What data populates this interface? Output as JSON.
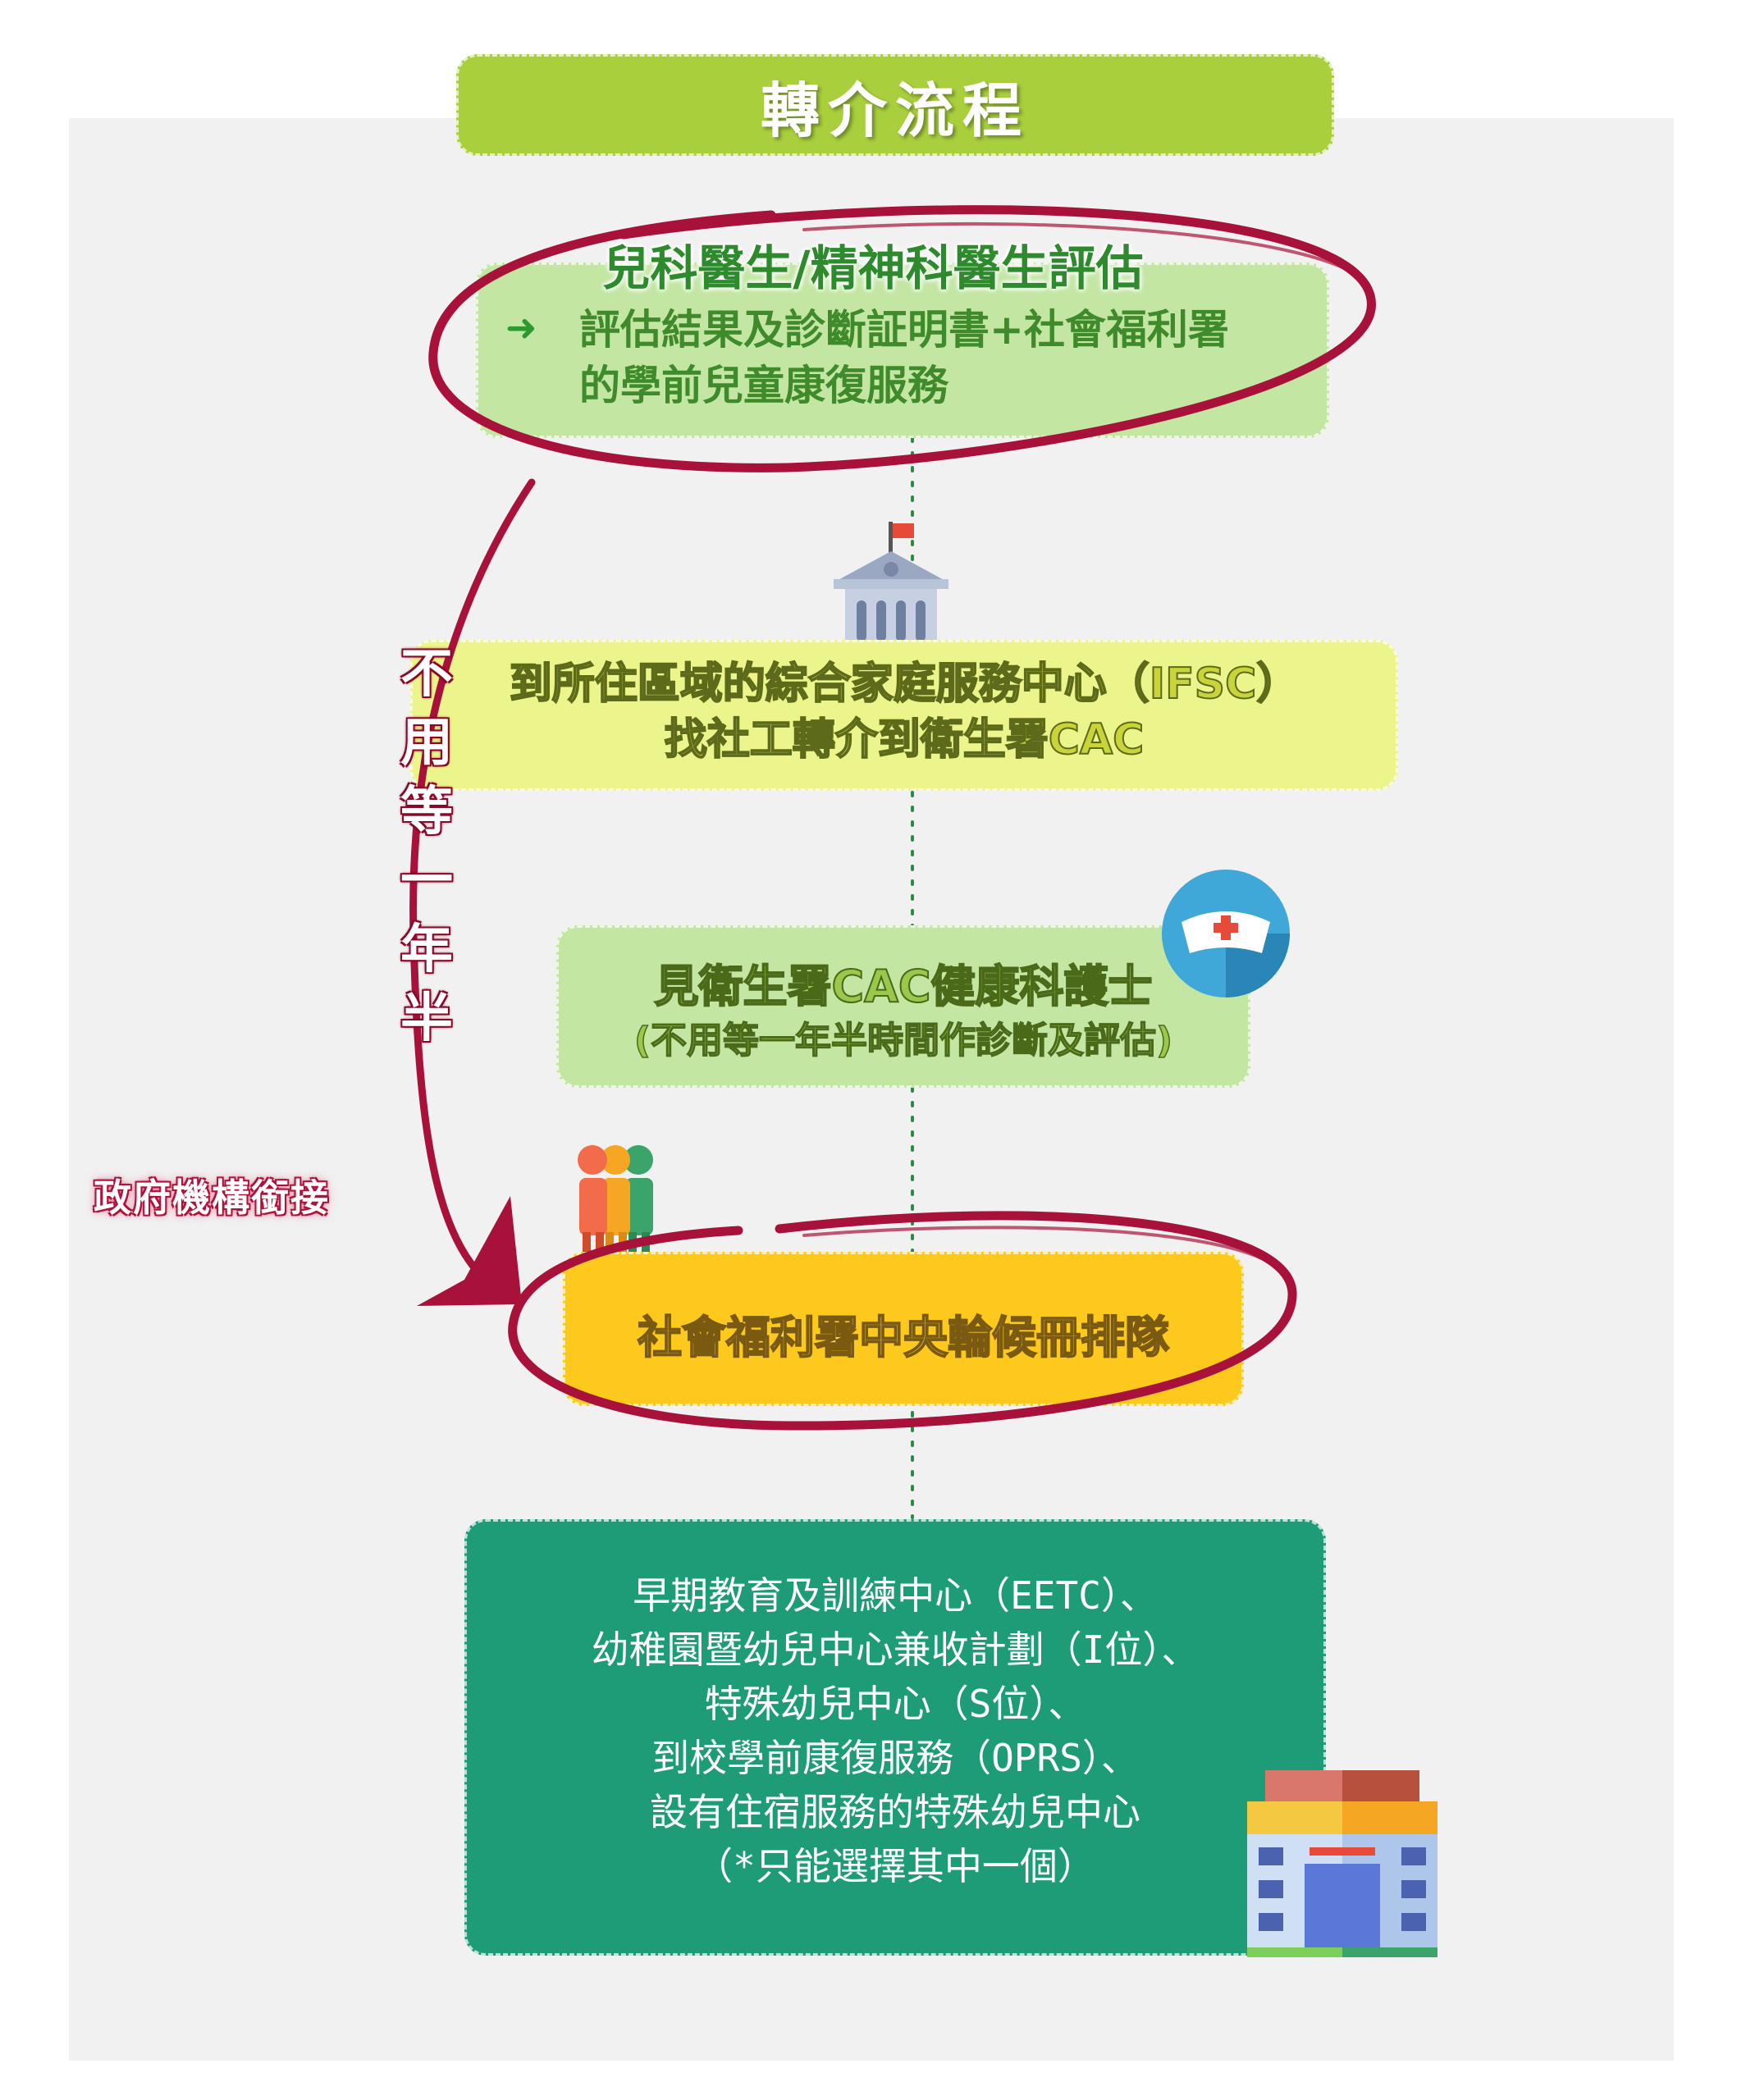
{
  "title": "轉介流程",
  "steps": {
    "paediatrician": {
      "heading": "兒科醫生/精神科醫生評估",
      "arrow_icon": "arrow-right-icon",
      "line1": "評估結果及診斷証明書+社會福利署",
      "line2": "的學前兒童康復服務"
    },
    "ifsc": {
      "icon": "government-building-icon",
      "line1": "到所住區域的綜合家庭服務中心（IFSC）",
      "line2": "找社工轉介到衛生署CAC"
    },
    "cac": {
      "icon": "nurse-cap-icon",
      "title": "見衛生署CAC健康科護士",
      "subtitle": "(不用等一年半時間作診斷及評估)"
    },
    "waitlist": {
      "icon": "people-queue-icon",
      "text": "社會福利署中央輪候冊排隊"
    },
    "services": {
      "icon": "school-building-icon",
      "items": [
        "早期教育及訓練中心（EETC）、",
        "幼稚園暨幼兒中心兼收計劃（I位）、",
        "特殊幼兒中心（S位）、",
        "到校學前康復服務（OPRS）、",
        "設有住宿服務的特殊幼兒中心",
        "（*只能選擇其中一個）"
      ]
    }
  },
  "annotations": {
    "no_wait": [
      "不",
      "用",
      "等",
      "一",
      "年",
      "半"
    ],
    "gov_link": "政府機構銜接"
  },
  "colors": {
    "title_green": "#a9cf3d",
    "light_green": "#c3e6a3",
    "light_yellow": "#ecf58c",
    "amber": "#fdc91c",
    "teal": "#1e9c78",
    "highlight_red": "#b0123a"
  }
}
